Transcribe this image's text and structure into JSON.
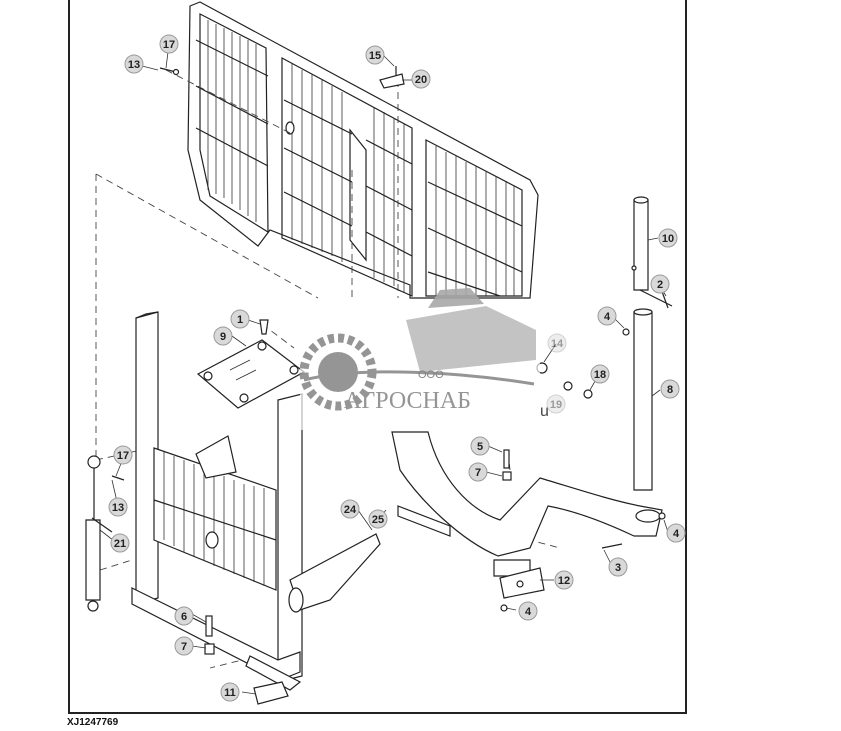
{
  "figure_id": "XJ1247769",
  "watermark": {
    "company_prefix": "ООО",
    "company_name": "АГРОСНАБ",
    "suffix": "u"
  },
  "callouts": [
    {
      "id": "c17a",
      "label": "17"
    },
    {
      "id": "c13a",
      "label": "13"
    },
    {
      "id": "c15",
      "label": "15"
    },
    {
      "id": "c20",
      "label": "20"
    },
    {
      "id": "c10",
      "label": "10"
    },
    {
      "id": "c2",
      "label": "2"
    },
    {
      "id": "c4a",
      "label": "4"
    },
    {
      "id": "c8",
      "label": "8"
    },
    {
      "id": "c1",
      "label": "1"
    },
    {
      "id": "c9",
      "label": "9"
    },
    {
      "id": "c14",
      "label": "14"
    },
    {
      "id": "c18",
      "label": "18"
    },
    {
      "id": "c19",
      "label": "19"
    },
    {
      "id": "c17b",
      "label": "17"
    },
    {
      "id": "c13b",
      "label": "13"
    },
    {
      "id": "c5",
      "label": "5"
    },
    {
      "id": "c7a",
      "label": "7"
    },
    {
      "id": "c24",
      "label": "24"
    },
    {
      "id": "c25",
      "label": "25"
    },
    {
      "id": "c21",
      "label": "21"
    },
    {
      "id": "c4b",
      "label": "4"
    },
    {
      "id": "c3",
      "label": "3"
    },
    {
      "id": "c12",
      "label": "12"
    },
    {
      "id": "c6",
      "label": "6"
    },
    {
      "id": "c4c",
      "label": "4"
    },
    {
      "id": "c7b",
      "label": "7"
    },
    {
      "id": "c11",
      "label": "11"
    }
  ],
  "colors": {
    "line": "#222222",
    "callout_fill": "#d9d9d9",
    "logo_gray": "#8a8a8a"
  }
}
